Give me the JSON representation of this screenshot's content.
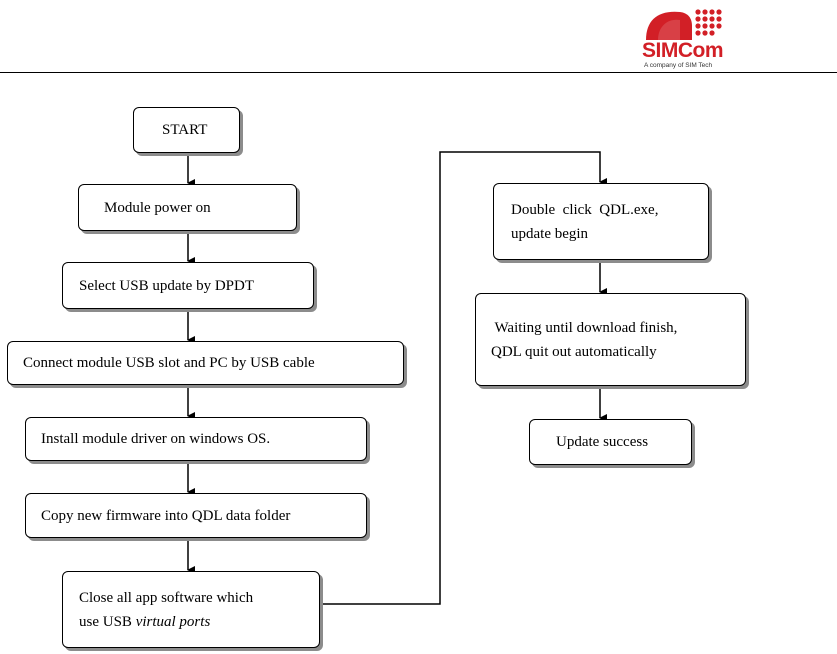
{
  "header": {
    "logo_sim": "SIM",
    "logo_com": "Com",
    "logo_tagline": "A company of SIM Tech",
    "brand_color": "#d21f26"
  },
  "flowchart": {
    "left_column": [
      {
        "id": "start",
        "label": "START"
      },
      {
        "id": "power-on",
        "label": "Module power on"
      },
      {
        "id": "select-usb",
        "label": "Select USB update by DPDT"
      },
      {
        "id": "connect-usb",
        "label": "Connect module USB slot and PC by USB cable"
      },
      {
        "id": "install-driver",
        "label": "Install module driver on windows OS."
      },
      {
        "id": "copy-firmware",
        "label": "Copy new firmware into QDL data folder"
      },
      {
        "id": "close-apps",
        "line1": "Close all app software which",
        "line2_prefix": "use USB ",
        "line2_italic": "virtual ports"
      }
    ],
    "right_column": [
      {
        "id": "run-qdl",
        "line1": "Double  click  QDL.exe,",
        "line2": "update begin"
      },
      {
        "id": "wait-download",
        "line1": " Waiting until download finish,",
        "line2": "QDL quit out automatically"
      },
      {
        "id": "update-success",
        "label": "Update success"
      }
    ]
  }
}
